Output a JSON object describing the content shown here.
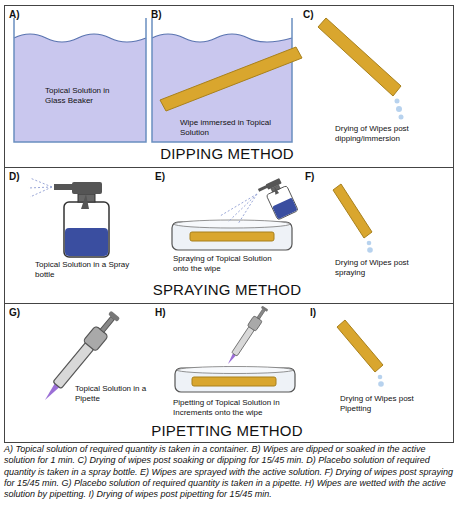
{
  "diagram": {
    "caption": "A) Topical solution of required quantity is taken in a container. B) Wipes are dipped or soaked in the active solution for 1 min. C) Drying of wipes post soaking or dipping for 15/45 min. D) Placebo solution of required quantity is taken in a spray bottle. E) Wipes are sprayed with the active solution. F) Drying of wipes post spraying for 15/45 min. G) Placebo solution of required quantity is taken in a pipette. H) Wipes are wetted with the active solution by pipetting. I) Drying of wipes post pipetting for 15/45 min.",
    "nodes": [
      {
        "text": [
          "A)",
          "Topical Solution in Glass Beaker",
          "B)",
          "Wipe immersed in Topical Solution",
          "C)",
          "Drying of Wipes post dipping/immersion",
          "DIPPING METHOD"
        ]
      },
      {
        "text": [
          "D)",
          "Topical Solution in a Spray bottle",
          "E)",
          "Spraying of Topical Solution onto the wipe",
          "F)",
          "Drying of Wipes post spraying",
          "SPRAYING METHOD"
        ]
      },
      {
        "text": [
          "G)",
          "Topical Solution in a Pipette",
          "H)",
          "Pipetting of Topical Solution in Increments onto the wipe",
          "I)",
          "Drying of Wipes post Pipetting",
          "PIPETTING METHOD"
        ]
      }
    ]
  }
}
